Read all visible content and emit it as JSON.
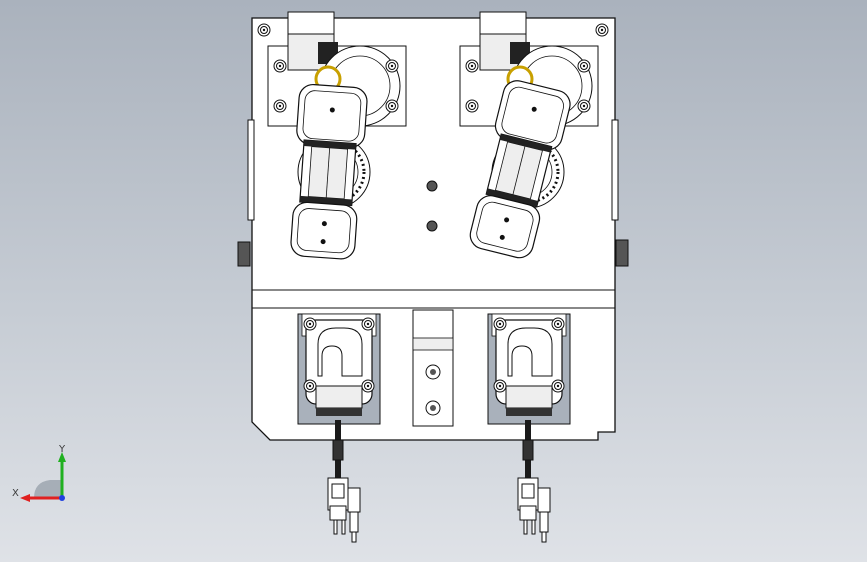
{
  "viewport": {
    "background_top": "#aab2bd",
    "background_bottom": "#dfe2e7",
    "edge_color": "#1a1a1a",
    "part_fill": "#ffffff",
    "cutout_fill": "#a9b1bb",
    "cable_color": "#1a1a1a"
  },
  "model": {
    "units": [
      {
        "name": "left-gripper-unit"
      },
      {
        "name": "right-gripper-unit"
      }
    ]
  },
  "triad": {
    "x_label": "X",
    "y_label": "Y",
    "x_color": "#e02020",
    "y_color": "#20b020",
    "z_color": "#2040e0"
  }
}
